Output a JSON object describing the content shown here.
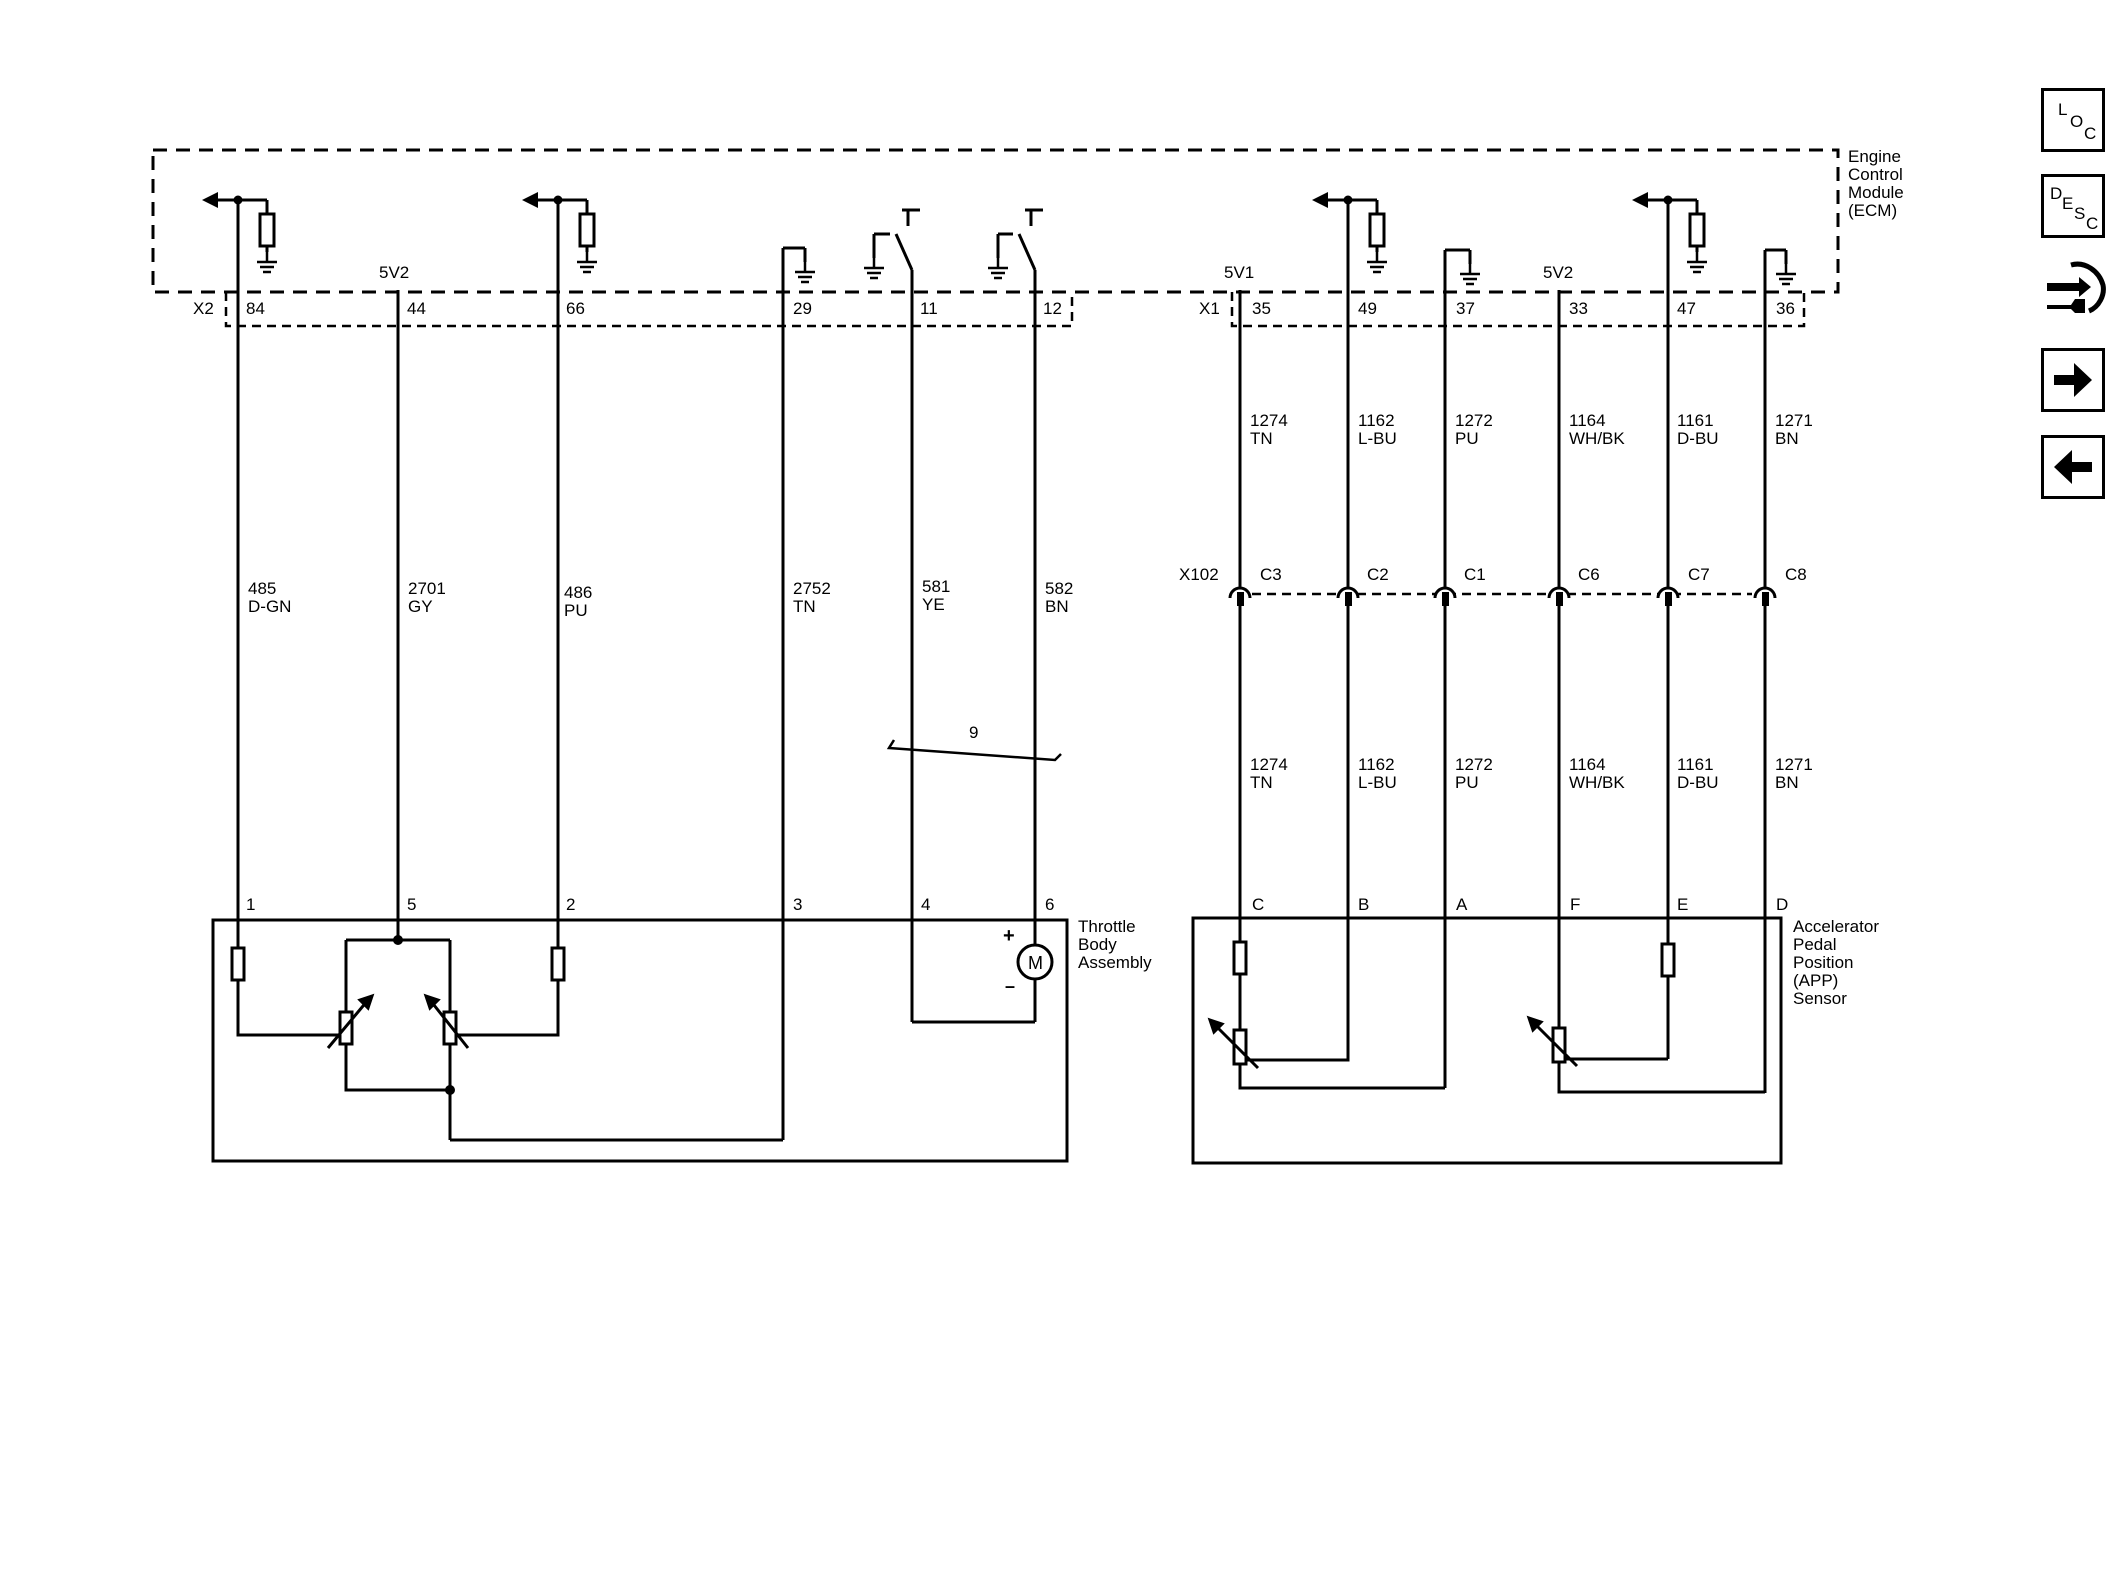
{
  "ecm": {
    "label": [
      "Engine",
      "Control",
      "Module",
      "(ECM)"
    ],
    "x2_label": "X2",
    "x1_label": "X1",
    "x2_pins": [
      "84",
      "44",
      "66",
      "29",
      "11",
      "12"
    ],
    "x1_pins": [
      "35",
      "49",
      "37",
      "33",
      "47",
      "36"
    ],
    "ref_5v2_left": "5V2",
    "ref_5v1": "5V1",
    "ref_5v2_right": "5V2"
  },
  "throttle_wires": [
    {
      "circuit": "485",
      "color": "D-GN"
    },
    {
      "circuit": "2701",
      "color": "GY"
    },
    {
      "circuit": "486",
      "color": "PU"
    },
    {
      "circuit": "2752",
      "color": "TN"
    },
    {
      "circuit": "581",
      "color": "YE"
    },
    {
      "circuit": "582",
      "color": "BN"
    }
  ],
  "twisted_pair_label": "9",
  "throttle_body": {
    "label": [
      "Throttle",
      "Body",
      "Assembly"
    ],
    "pins": [
      "1",
      "5",
      "2",
      "3",
      "4",
      "6"
    ],
    "motor_label": "M",
    "plus": "+",
    "minus": "–"
  },
  "app_wires_upper": [
    {
      "circuit": "1274",
      "color": "TN"
    },
    {
      "circuit": "1162",
      "color": "L-BU"
    },
    {
      "circuit": "1272",
      "color": "PU"
    },
    {
      "circuit": "1164",
      "color": "WH/BK"
    },
    {
      "circuit": "1161",
      "color": "D-BU"
    },
    {
      "circuit": "1271",
      "color": "BN"
    }
  ],
  "inline_connector": {
    "name": "X102",
    "cavities": [
      "C3",
      "C2",
      "C1",
      "C6",
      "C7",
      "C8"
    ]
  },
  "app_wires_lower": [
    {
      "circuit": "1274",
      "color": "TN"
    },
    {
      "circuit": "1162",
      "color": "L-BU"
    },
    {
      "circuit": "1272",
      "color": "PU"
    },
    {
      "circuit": "1164",
      "color": "WH/BK"
    },
    {
      "circuit": "1161",
      "color": "D-BU"
    },
    {
      "circuit": "1271",
      "color": "BN"
    }
  ],
  "app_sensor": {
    "label": [
      "Accelerator",
      "Pedal",
      "Position",
      "(APP)",
      "Sensor"
    ],
    "pins": [
      "C",
      "B",
      "A",
      "F",
      "E",
      "D"
    ]
  },
  "nav": {
    "loc": [
      "L",
      "O",
      "C"
    ],
    "desc": [
      "D",
      "E",
      "S",
      "C"
    ]
  }
}
